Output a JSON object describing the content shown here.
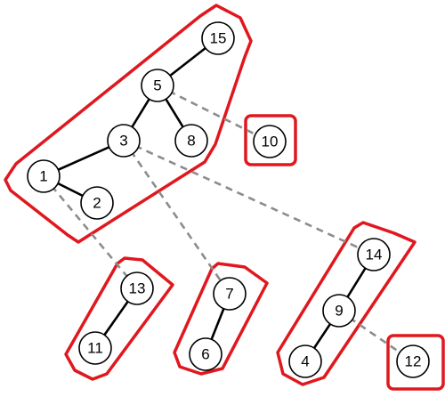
{
  "colors": {
    "cluster_outline": "#e0181e",
    "tree_edge": "#000000",
    "link_edge": "#8c8c8c",
    "node_fill": "#ffffff"
  },
  "nodes": [
    {
      "id": "n15",
      "label": "15"
    },
    {
      "id": "n5",
      "label": "5"
    },
    {
      "id": "n3",
      "label": "3"
    },
    {
      "id": "n8",
      "label": "8"
    },
    {
      "id": "n1",
      "label": "1"
    },
    {
      "id": "n2",
      "label": "2"
    },
    {
      "id": "n10",
      "label": "10"
    },
    {
      "id": "n13",
      "label": "13"
    },
    {
      "id": "n11",
      "label": "11"
    },
    {
      "id": "n7",
      "label": "7"
    },
    {
      "id": "n6",
      "label": "6"
    },
    {
      "id": "n14",
      "label": "14"
    },
    {
      "id": "n9",
      "label": "9"
    },
    {
      "id": "n4",
      "label": "4"
    },
    {
      "id": "n12",
      "label": "12"
    }
  ],
  "tree_edges": [
    {
      "from": "15",
      "to": "5"
    },
    {
      "from": "5",
      "to": "3"
    },
    {
      "from": "5",
      "to": "8"
    },
    {
      "from": "3",
      "to": "1"
    },
    {
      "from": "1",
      "to": "2"
    },
    {
      "from": "13",
      "to": "11"
    },
    {
      "from": "7",
      "to": "6"
    },
    {
      "from": "14",
      "to": "9"
    },
    {
      "from": "9",
      "to": "4"
    }
  ],
  "link_edges": [
    {
      "from": "5",
      "to": "10"
    },
    {
      "from": "1",
      "to": "13"
    },
    {
      "from": "3",
      "to": "7"
    },
    {
      "from": "3",
      "to": "14"
    },
    {
      "from": "9",
      "to": "12"
    }
  ],
  "clusters": [
    {
      "id": "cluster-main",
      "members": [
        "15",
        "5",
        "3",
        "8",
        "1",
        "2"
      ]
    },
    {
      "id": "cluster-10",
      "members": [
        "10"
      ]
    },
    {
      "id": "cluster-13-11",
      "members": [
        "13",
        "11"
      ]
    },
    {
      "id": "cluster-7-6",
      "members": [
        "7",
        "6"
      ]
    },
    {
      "id": "cluster-14-9-4",
      "members": [
        "14",
        "9",
        "4"
      ]
    },
    {
      "id": "cluster-12",
      "members": [
        "12"
      ]
    }
  ]
}
